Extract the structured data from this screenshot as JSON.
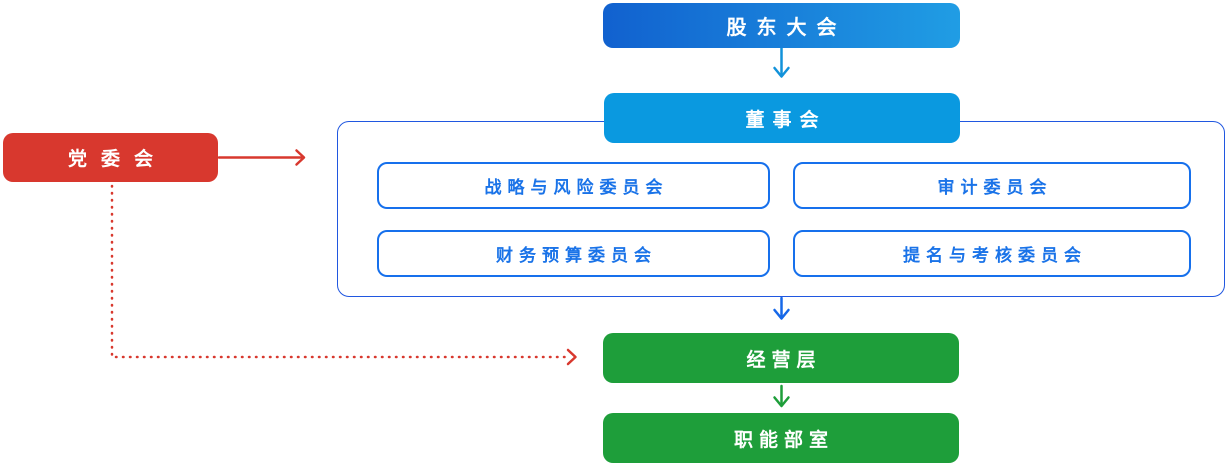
{
  "diagram": {
    "type": "org-chart",
    "nodes": {
      "shareholders": {
        "label": "股东大会"
      },
      "board": {
        "label": "董事会"
      },
      "committees": [
        {
          "label": "战略与风险委员会"
        },
        {
          "label": "审计委员会"
        },
        {
          "label": "财务预算委员会"
        },
        {
          "label": "提名与考核委员会"
        }
      ],
      "party_committee": {
        "label": "党委会"
      },
      "management": {
        "label": "经营层"
      },
      "functional_departments": {
        "label": "职能部室"
      }
    },
    "colors": {
      "shareholders_gradient_start": "#1161cf",
      "shareholders_gradient_end": "#209de4",
      "board_fill": "#0a99e0",
      "container_border": "#2057e0",
      "committee_border": "#1670ec",
      "committee_text": "#1a73e8",
      "green_fill": "#1e9e3a",
      "red_fill": "#d8382e",
      "arrow_light_blue": "#1292da",
      "arrow_royal_blue": "#1668e8",
      "arrow_green": "#1e9e3a",
      "arrow_red": "#d8382e"
    }
  }
}
